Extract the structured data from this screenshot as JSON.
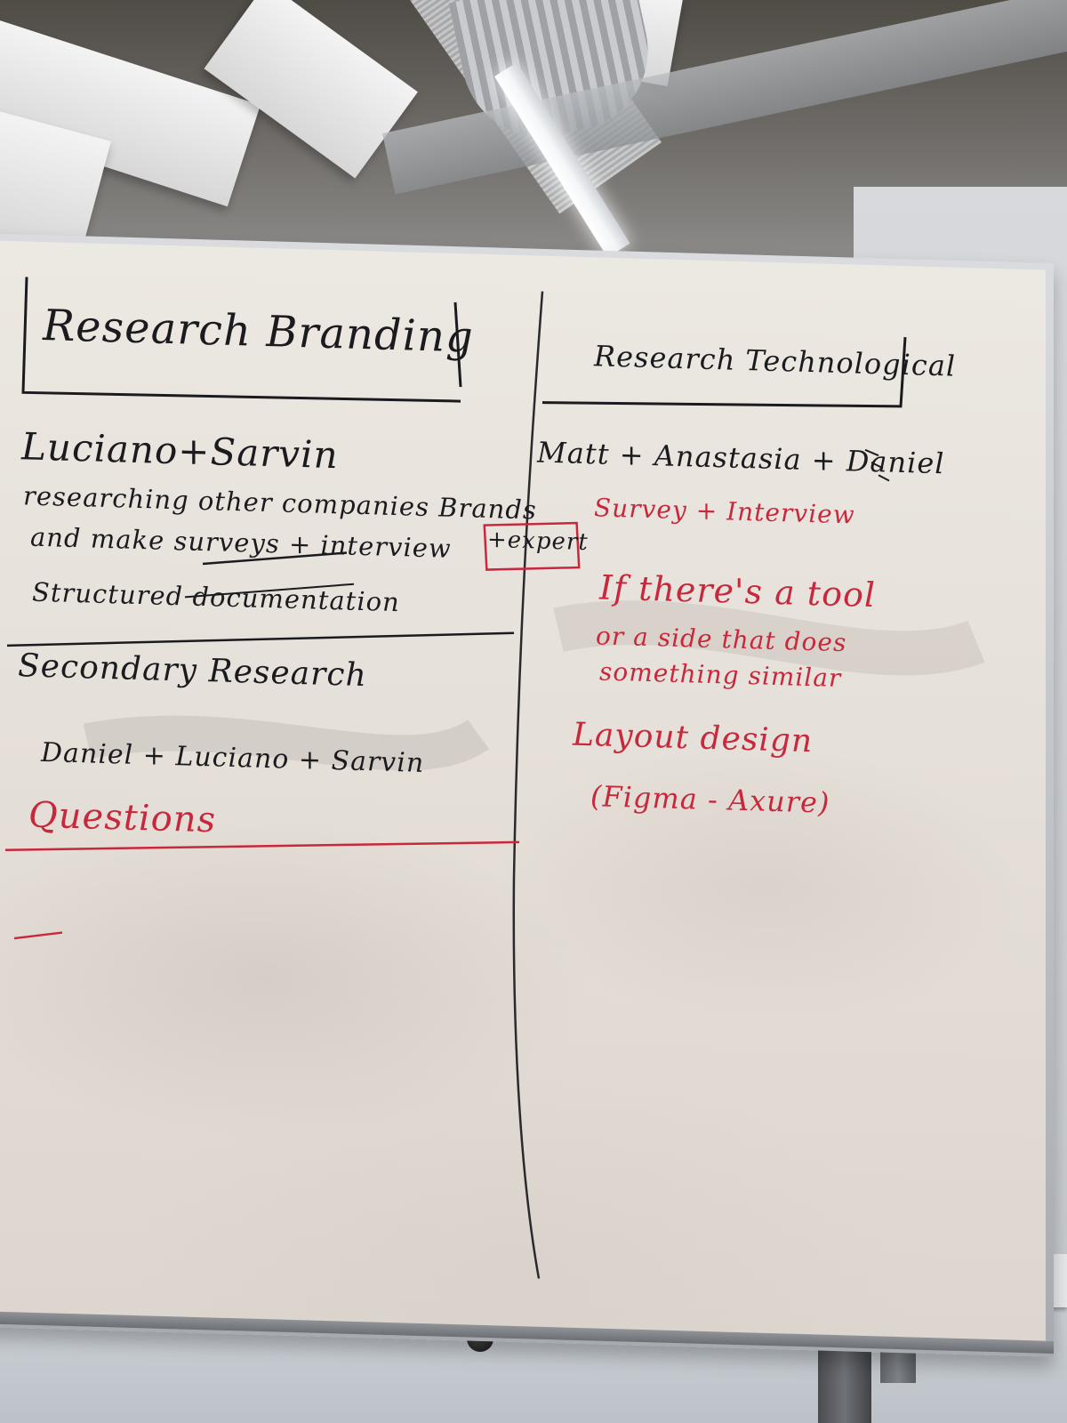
{
  "whiteboard": {
    "left_column": {
      "heading": "Research Branding",
      "team": "Luciano+Sarvin",
      "task_line_1": "researching other companies Brands",
      "task_line_2": "and make surveys + interview",
      "expert_box": "+expert",
      "task_line_3": "Structured documentation",
      "secondary_heading": "Secondary Research",
      "secondary_team": "Daniel + Luciano + Sarvin",
      "questions": "Questions"
    },
    "right_column": {
      "heading": "Research Technological",
      "team": "Matt + Anastasia + Daniel",
      "survey": "Survey + Interview",
      "note_line_1": "If there's a tool",
      "note_line_2": "or a side that does",
      "note_line_3": "something similar",
      "layout": "Layout design",
      "tools": "(Figma - Axure)"
    }
  },
  "colors": {
    "marker_black": "#1b1b1f",
    "marker_red": "#c8283b",
    "board_surface": "#e8e3dc"
  }
}
